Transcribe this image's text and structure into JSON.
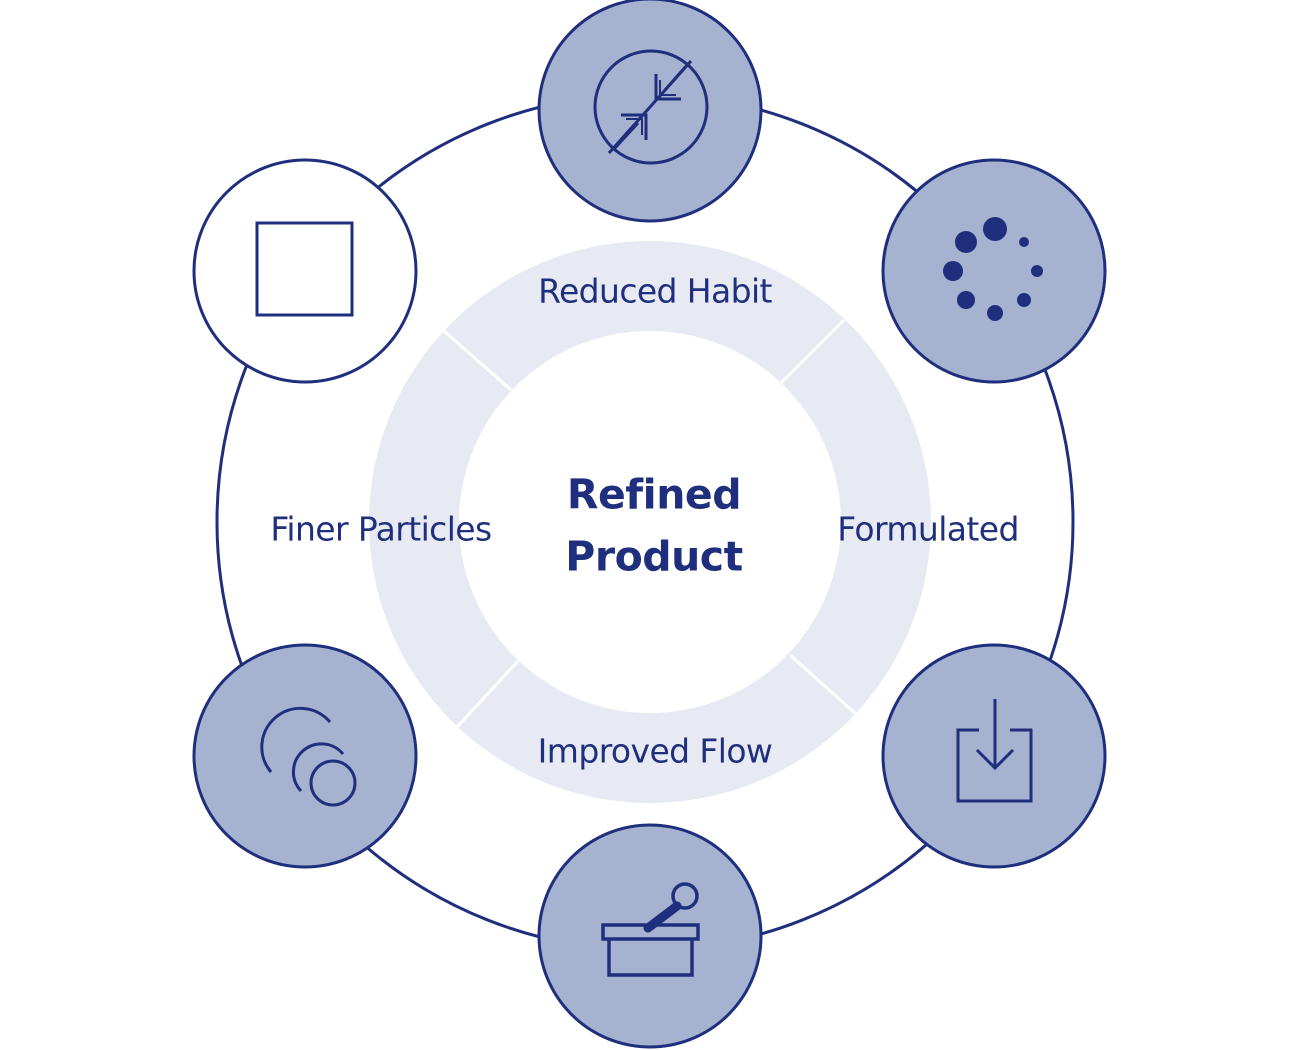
{
  "center": {
    "line1": "Refined",
    "line2": "Product"
  },
  "ring_labels": {
    "top": "Reduced Habit",
    "right": "Formulated",
    "bottom": "Improved Flow",
    "left": "Finer Particles"
  },
  "nodes": [
    {
      "icon": "compress-arrows-icon",
      "style": "filled"
    },
    {
      "icon": "dispersed-dots-icon",
      "style": "filled"
    },
    {
      "icon": "download-tray-icon",
      "style": "filled"
    },
    {
      "icon": "mortar-pestle-icon",
      "style": "filled"
    },
    {
      "icon": "overlapping-circles-icon",
      "style": "filled"
    },
    {
      "icon": "square-crystal-icon",
      "style": "outline"
    }
  ],
  "colors": {
    "navy": "#1f2f7d",
    "node_fill": "#a5b2d0",
    "ring_band": "#e7eaf2",
    "background": "#ffffff"
  }
}
